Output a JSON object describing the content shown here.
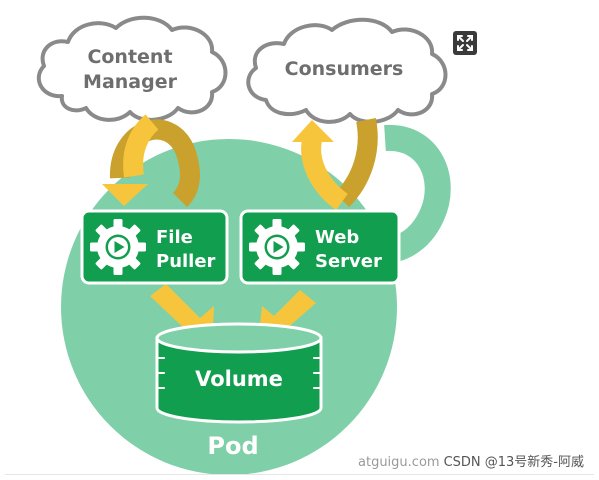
{
  "diagram": {
    "content_manager": {
      "line1": "Content",
      "line2": "Manager"
    },
    "consumers": {
      "label": "Consumers"
    },
    "file_puller": {
      "line1": "File",
      "line2": "Puller"
    },
    "web_server": {
      "line1": "Web",
      "line2": "Server"
    },
    "volume": {
      "label": "Volume"
    },
    "pod": {
      "label": "Pod"
    }
  },
  "watermark": {
    "site": "atguigu.com",
    "author": "CSDN @13号新秀-阿威"
  },
  "colors": {
    "pod_fill": "#7fd0a8",
    "component_fill": "#129e4f",
    "arrow_light": "#f7c53c",
    "arrow_dark": "#c9a12c",
    "cloud_stroke": "#8a8a8a"
  },
  "icons": {
    "expand": "expand-icon",
    "gear": "gear-play-icon"
  }
}
